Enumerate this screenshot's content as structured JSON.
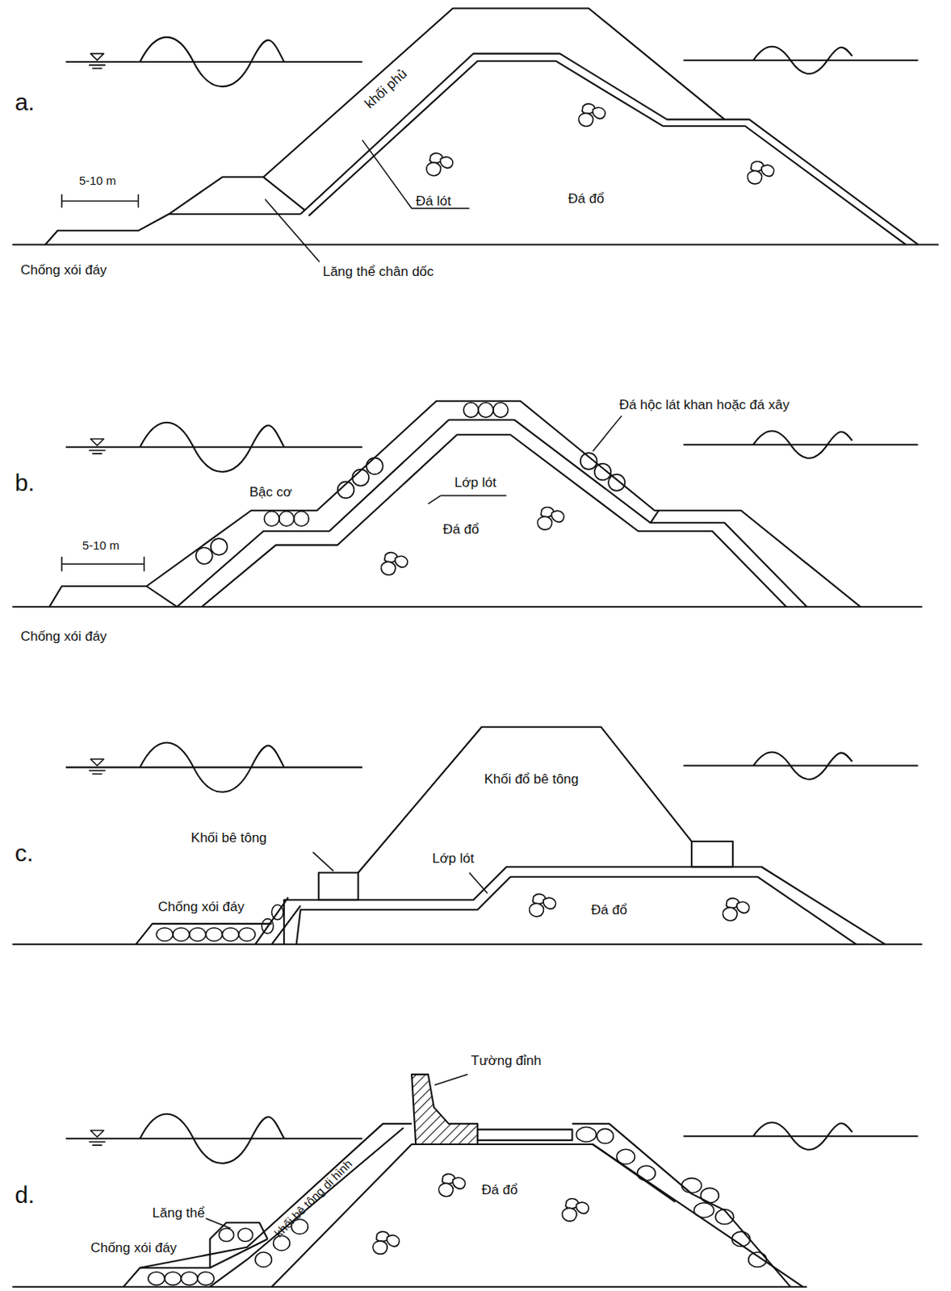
{
  "diagram": {
    "labels": [
      "a.",
      "khối phủ",
      "5-10 m",
      "Đá lót",
      "Đá đổ",
      "Chống xói đáy",
      "Lăng thể chân dốc",
      "Đá hộc lát khan hoặc đá xây",
      "b.",
      "Lớp lót",
      "Bậc cơ",
      "Đá đổ",
      "5-10 m",
      "Chống xói đáy",
      "Khối đổ bê tông",
      "c.",
      "Khối bê tông",
      "Lớp lót",
      "Chống xói đáy",
      "Đá đổ",
      "Tường đỉnh",
      "d.",
      "khối bê tông dị hình",
      "Đá đổ",
      "Lăng thể",
      "Chống xói đáy"
    ]
  }
}
